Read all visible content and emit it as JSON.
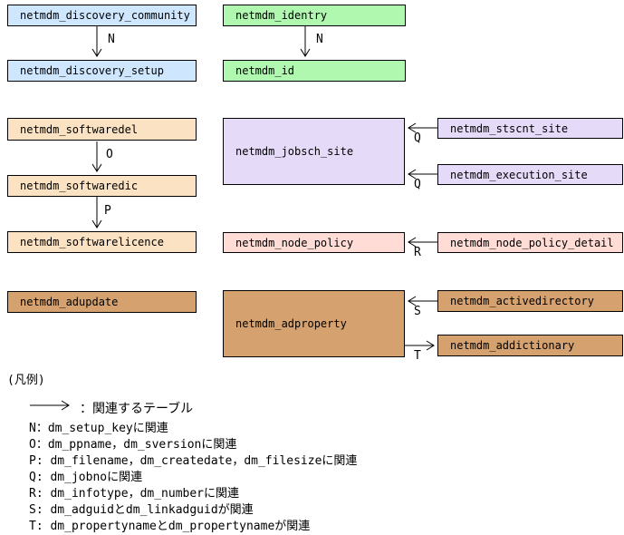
{
  "diagram": {
    "colors": {
      "blue": "#CEE7FF",
      "green": "#B0F8B0",
      "peach": "#FAE2C2",
      "lavender": "#E5DAF8",
      "pink": "#FFDCD6",
      "tan": "#D5A26F",
      "line": "#000000"
    },
    "boxes": {
      "discovery_community": "netmdm_discovery_community",
      "identry": "netmdm_identry",
      "discovery_setup": "netmdm_discovery_setup",
      "id": "netmdm_id",
      "softwaredel": "netmdm_softwaredel",
      "softwaredic": "netmdm_softwaredic",
      "softwarelicence": "netmdm_softwarelicence",
      "jobsch_site": "netmdm_jobsch_site",
      "stscnt_site": "netmdm_stscnt_site",
      "execution_site": "netmdm_execution_site",
      "node_policy": "netmdm_node_policy",
      "node_policy_detail": "netmdm_node_policy_detail",
      "adupdate": "netmdm_adupdate",
      "adproperty": "netmdm_adproperty",
      "activedirectory": "netmdm_activedirectory",
      "addictionary": "netmdm_addictionary"
    },
    "relation_labels": {
      "n_left": "N",
      "n_right": "N",
      "o": "O",
      "p": "P",
      "q_top": "Q",
      "q_bottom": "Q",
      "r": "R",
      "s": "S",
      "t": "T"
    }
  },
  "legend": {
    "title": "(凡例)",
    "arrow_caption": "：関連するテーブル",
    "entries": [
      "N：dm_setup_keyに関連",
      "O：dm_ppname，dm_sversionに関連",
      "P: dm_filename，dm_createdate，dm_filesizeに関連",
      "Q: dm_jobnoに関連",
      "R: dm_infotype，dm_numberに関連",
      "S: dm_adguidとdm_linkadguidが関連",
      "T: dm_propertynameとdm_propertynameが関連"
    ]
  }
}
